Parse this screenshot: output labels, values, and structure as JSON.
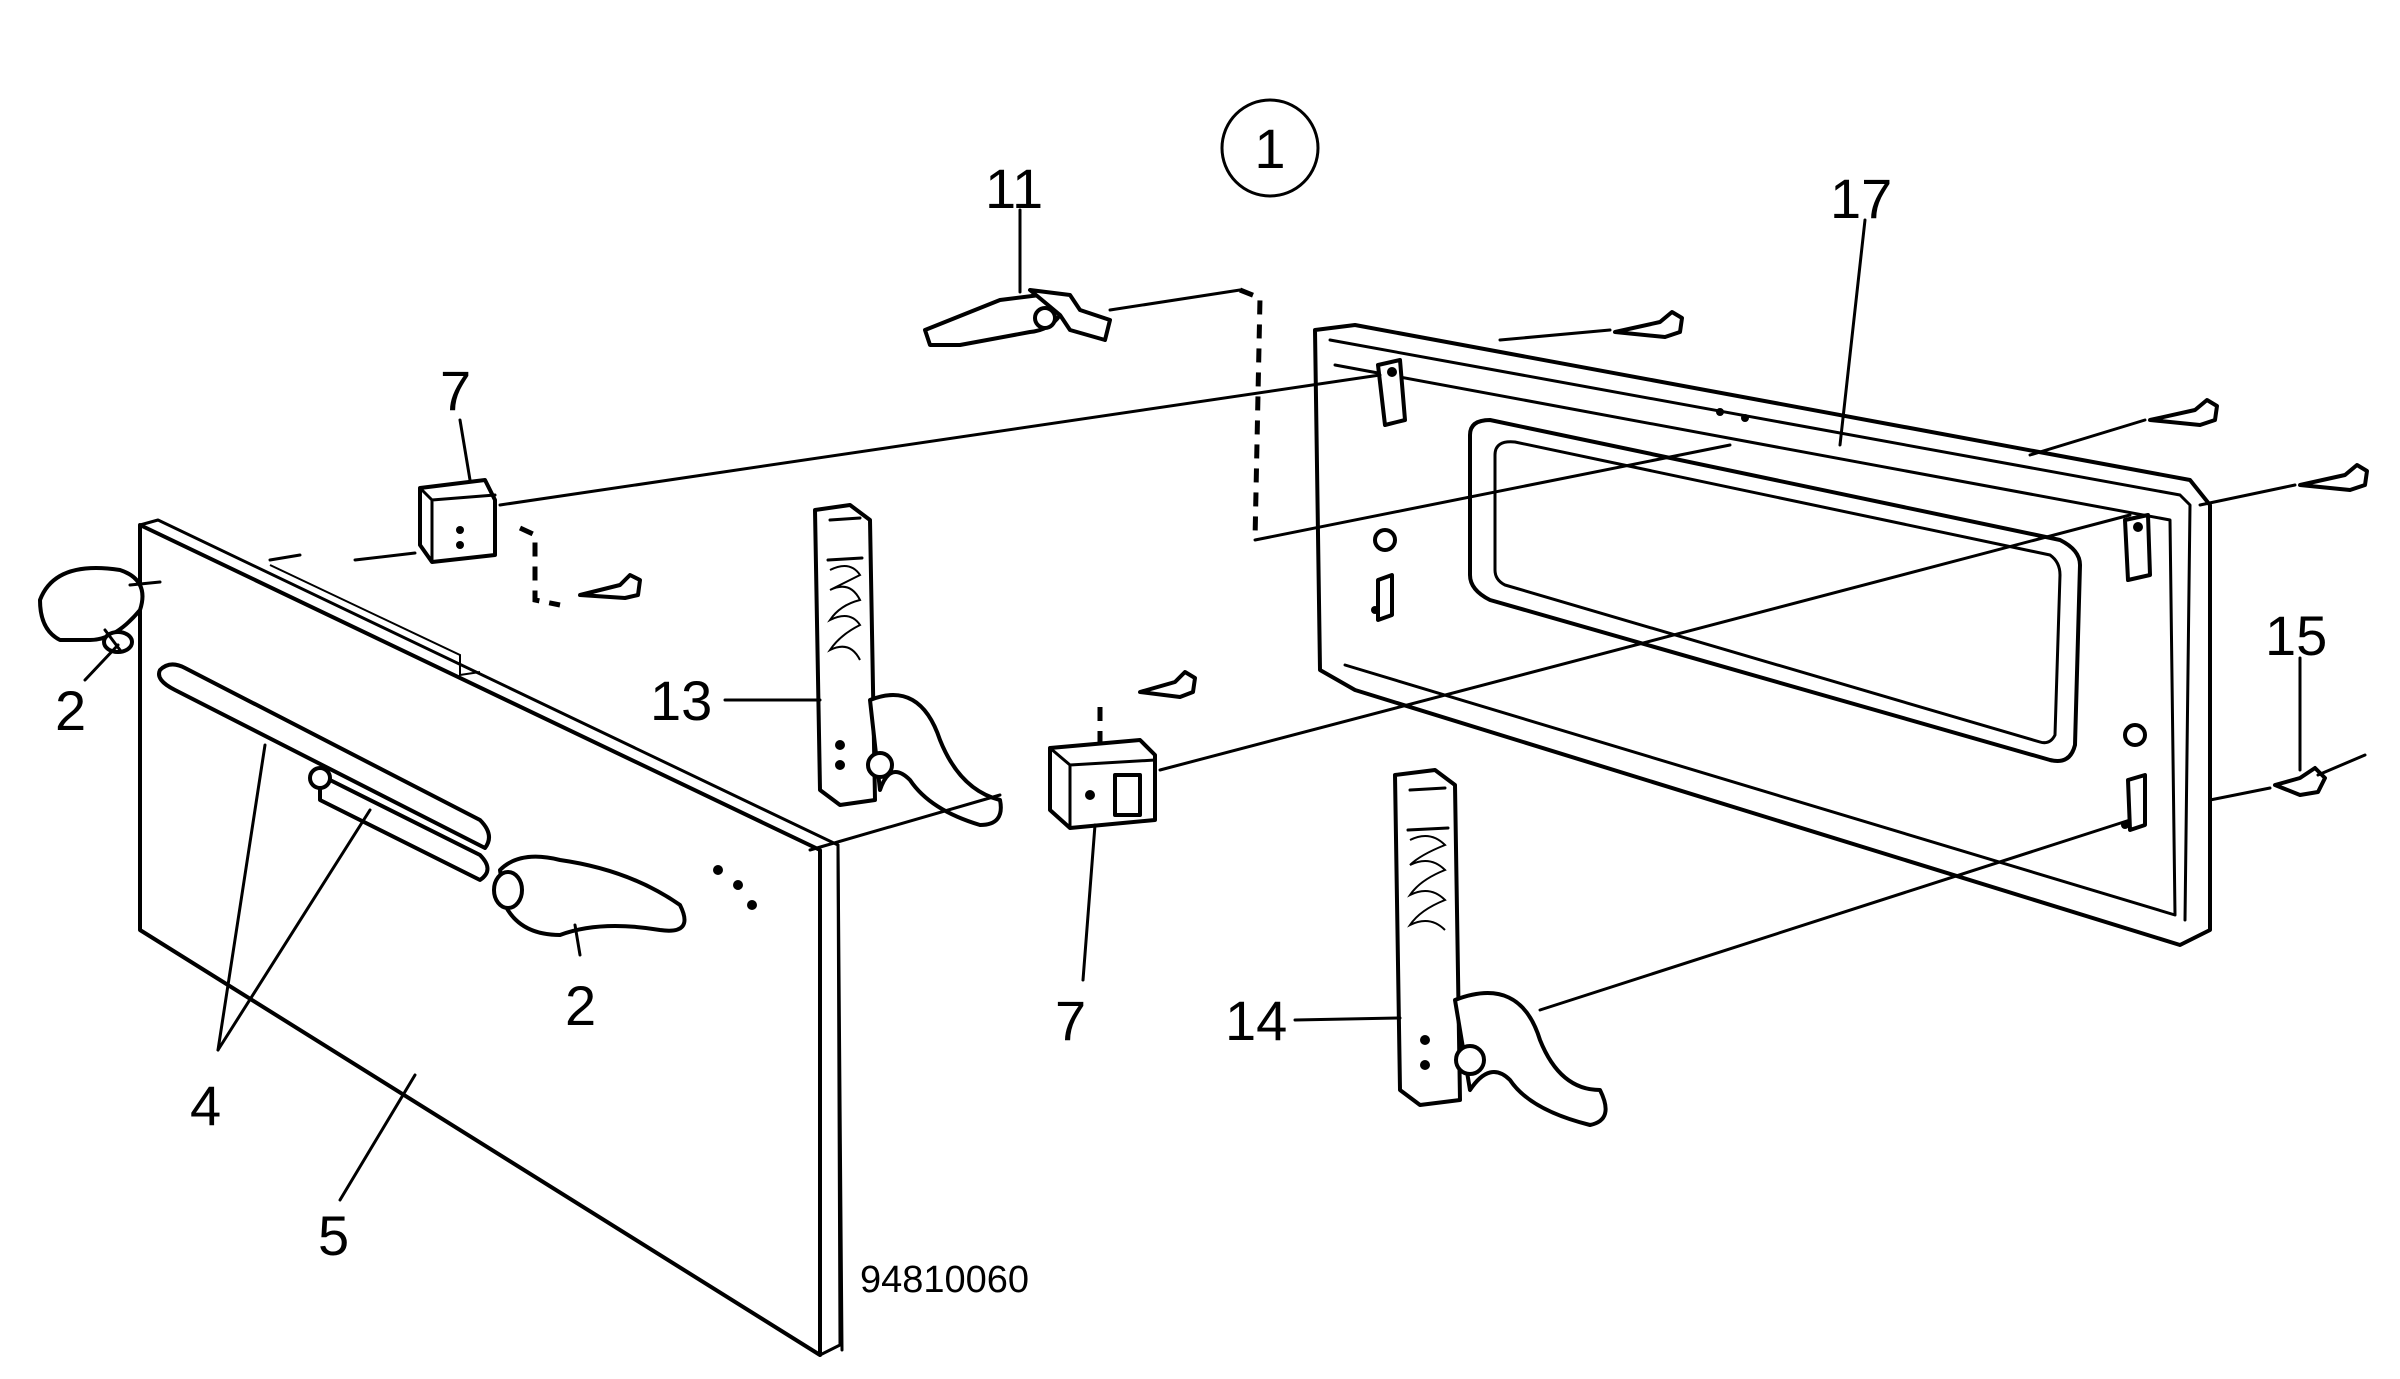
{
  "diagram": {
    "assembly_number": "1",
    "drawing_code": "94810060",
    "labels": {
      "l2a": "2",
      "l2b": "2",
      "l4": "4",
      "l5": "5",
      "l7a": "7",
      "l7b": "7",
      "l11": "11",
      "l13": "13",
      "l14": "14",
      "l15": "15",
      "l17": "17"
    }
  }
}
